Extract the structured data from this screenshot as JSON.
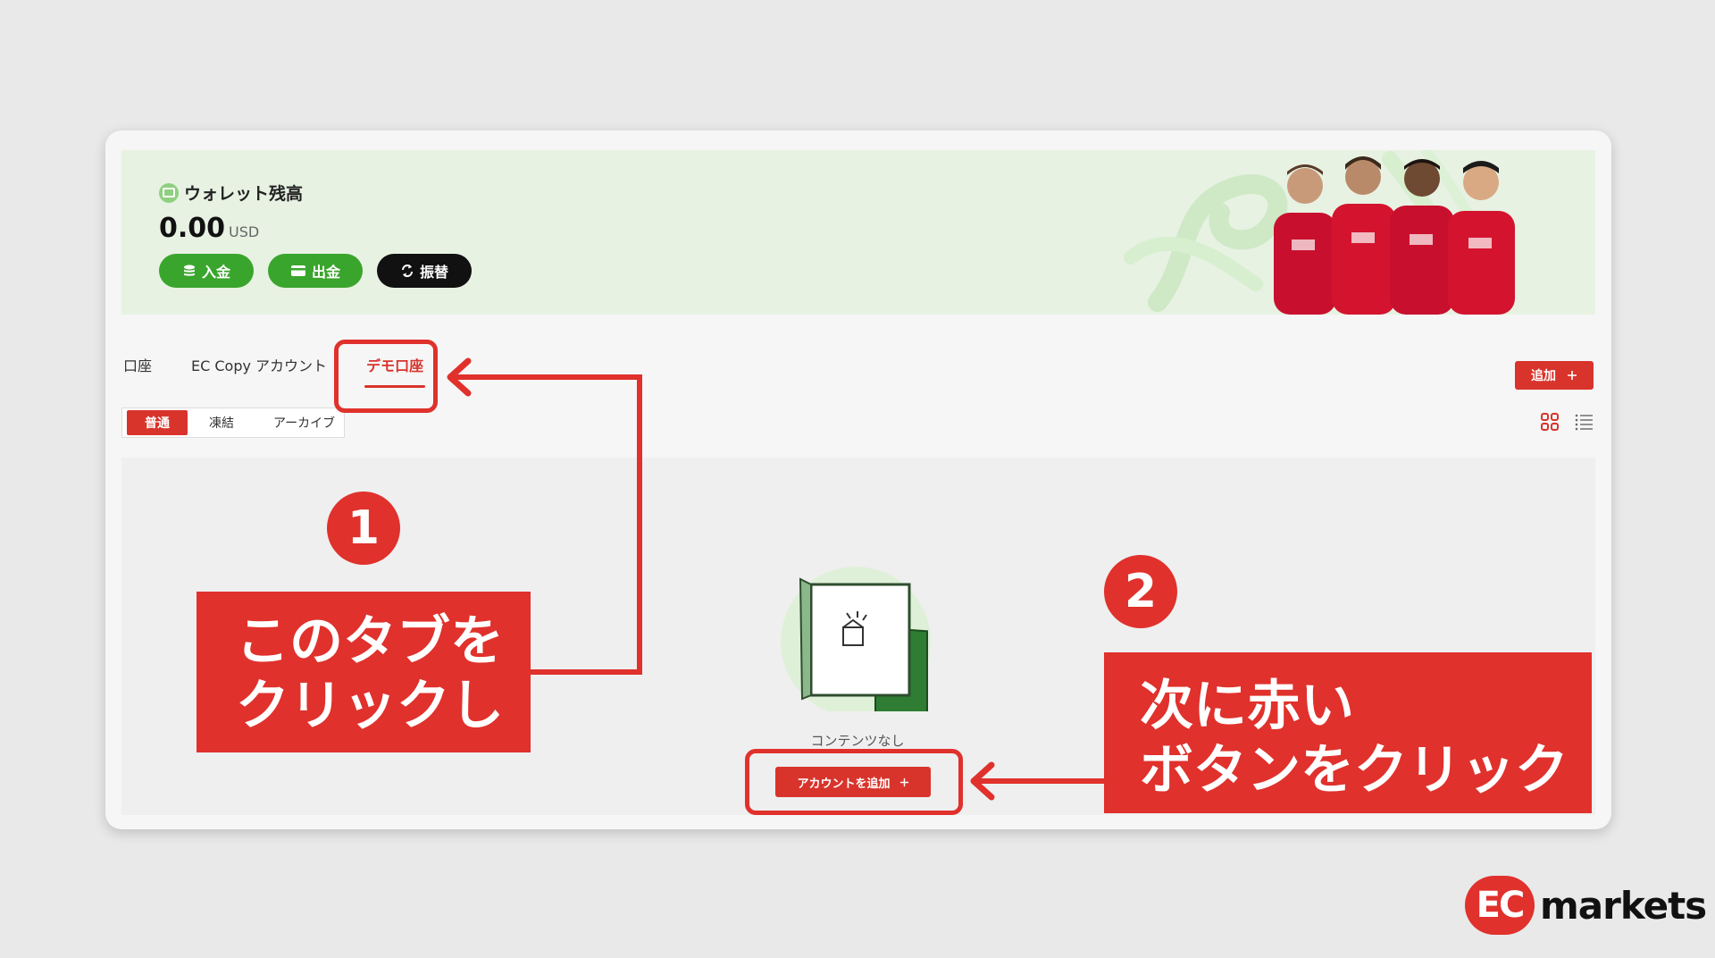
{
  "wallet": {
    "title": "ウォレット残高",
    "balance": "0.00",
    "currency": "USD",
    "buttons": {
      "deposit": "入金",
      "withdraw": "出金",
      "transfer": "振替"
    }
  },
  "tabs": [
    "口座",
    "EC Copy アカウント",
    "デモ口座"
  ],
  "active_tab": "デモ口座",
  "subtabs": [
    "普通",
    "凍結",
    "アーカイブ"
  ],
  "active_subtab": "普通",
  "toolbar": {
    "add_label": "追加",
    "add_icon": "plus-icon",
    "view_icons": [
      "grid-view-icon",
      "list-view-icon"
    ]
  },
  "empty_state": {
    "label": "コンテンツなし",
    "button": "アカウントを追加"
  },
  "annotations": {
    "step1": {
      "number": "1",
      "lines": [
        "このタブを",
        "クリックし"
      ]
    },
    "step2": {
      "number": "2",
      "lines": [
        "次に赤い",
        "ボタンをクリック"
      ]
    }
  },
  "logo": {
    "mark": "EC",
    "word": "markets"
  },
  "colors": {
    "accent_red": "#d8342c",
    "green": "#3aa52c",
    "banner_bg": "#e7f2e3"
  }
}
